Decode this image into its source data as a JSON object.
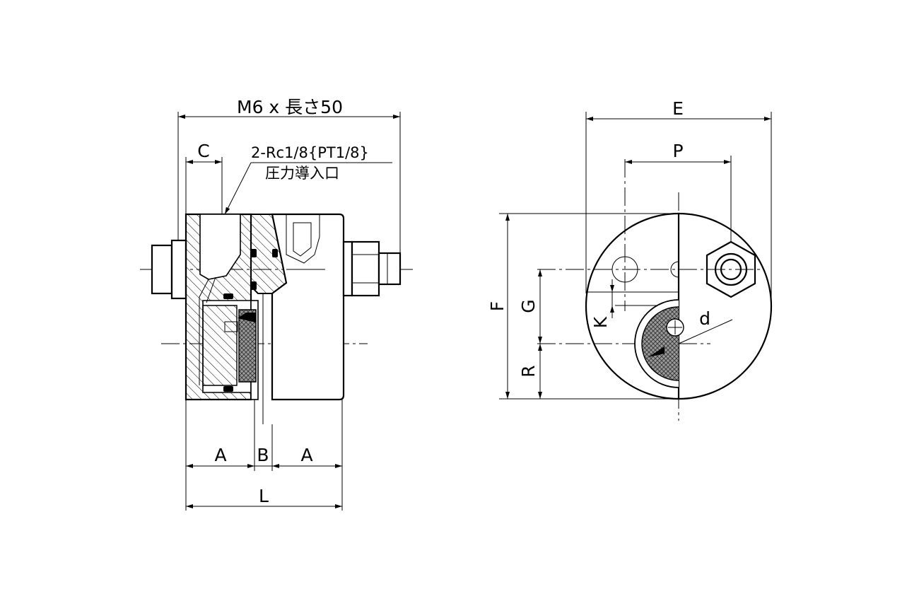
{
  "drawing": {
    "side_view": {
      "top_dimension": "M6 x 長さ50",
      "port_note_line1": "2-Rc1/8{PT1/8}",
      "port_note_line2": "圧力導入口",
      "dim_C": "C",
      "dim_A_left": "A",
      "dim_B": "B",
      "dim_A_right": "A",
      "dim_L": "L"
    },
    "front_view": {
      "dim_E": "E",
      "dim_P": "P",
      "dim_F": "F",
      "dim_G": "G",
      "dim_R": "R",
      "dim_K": "K",
      "dim_d": "d"
    }
  }
}
